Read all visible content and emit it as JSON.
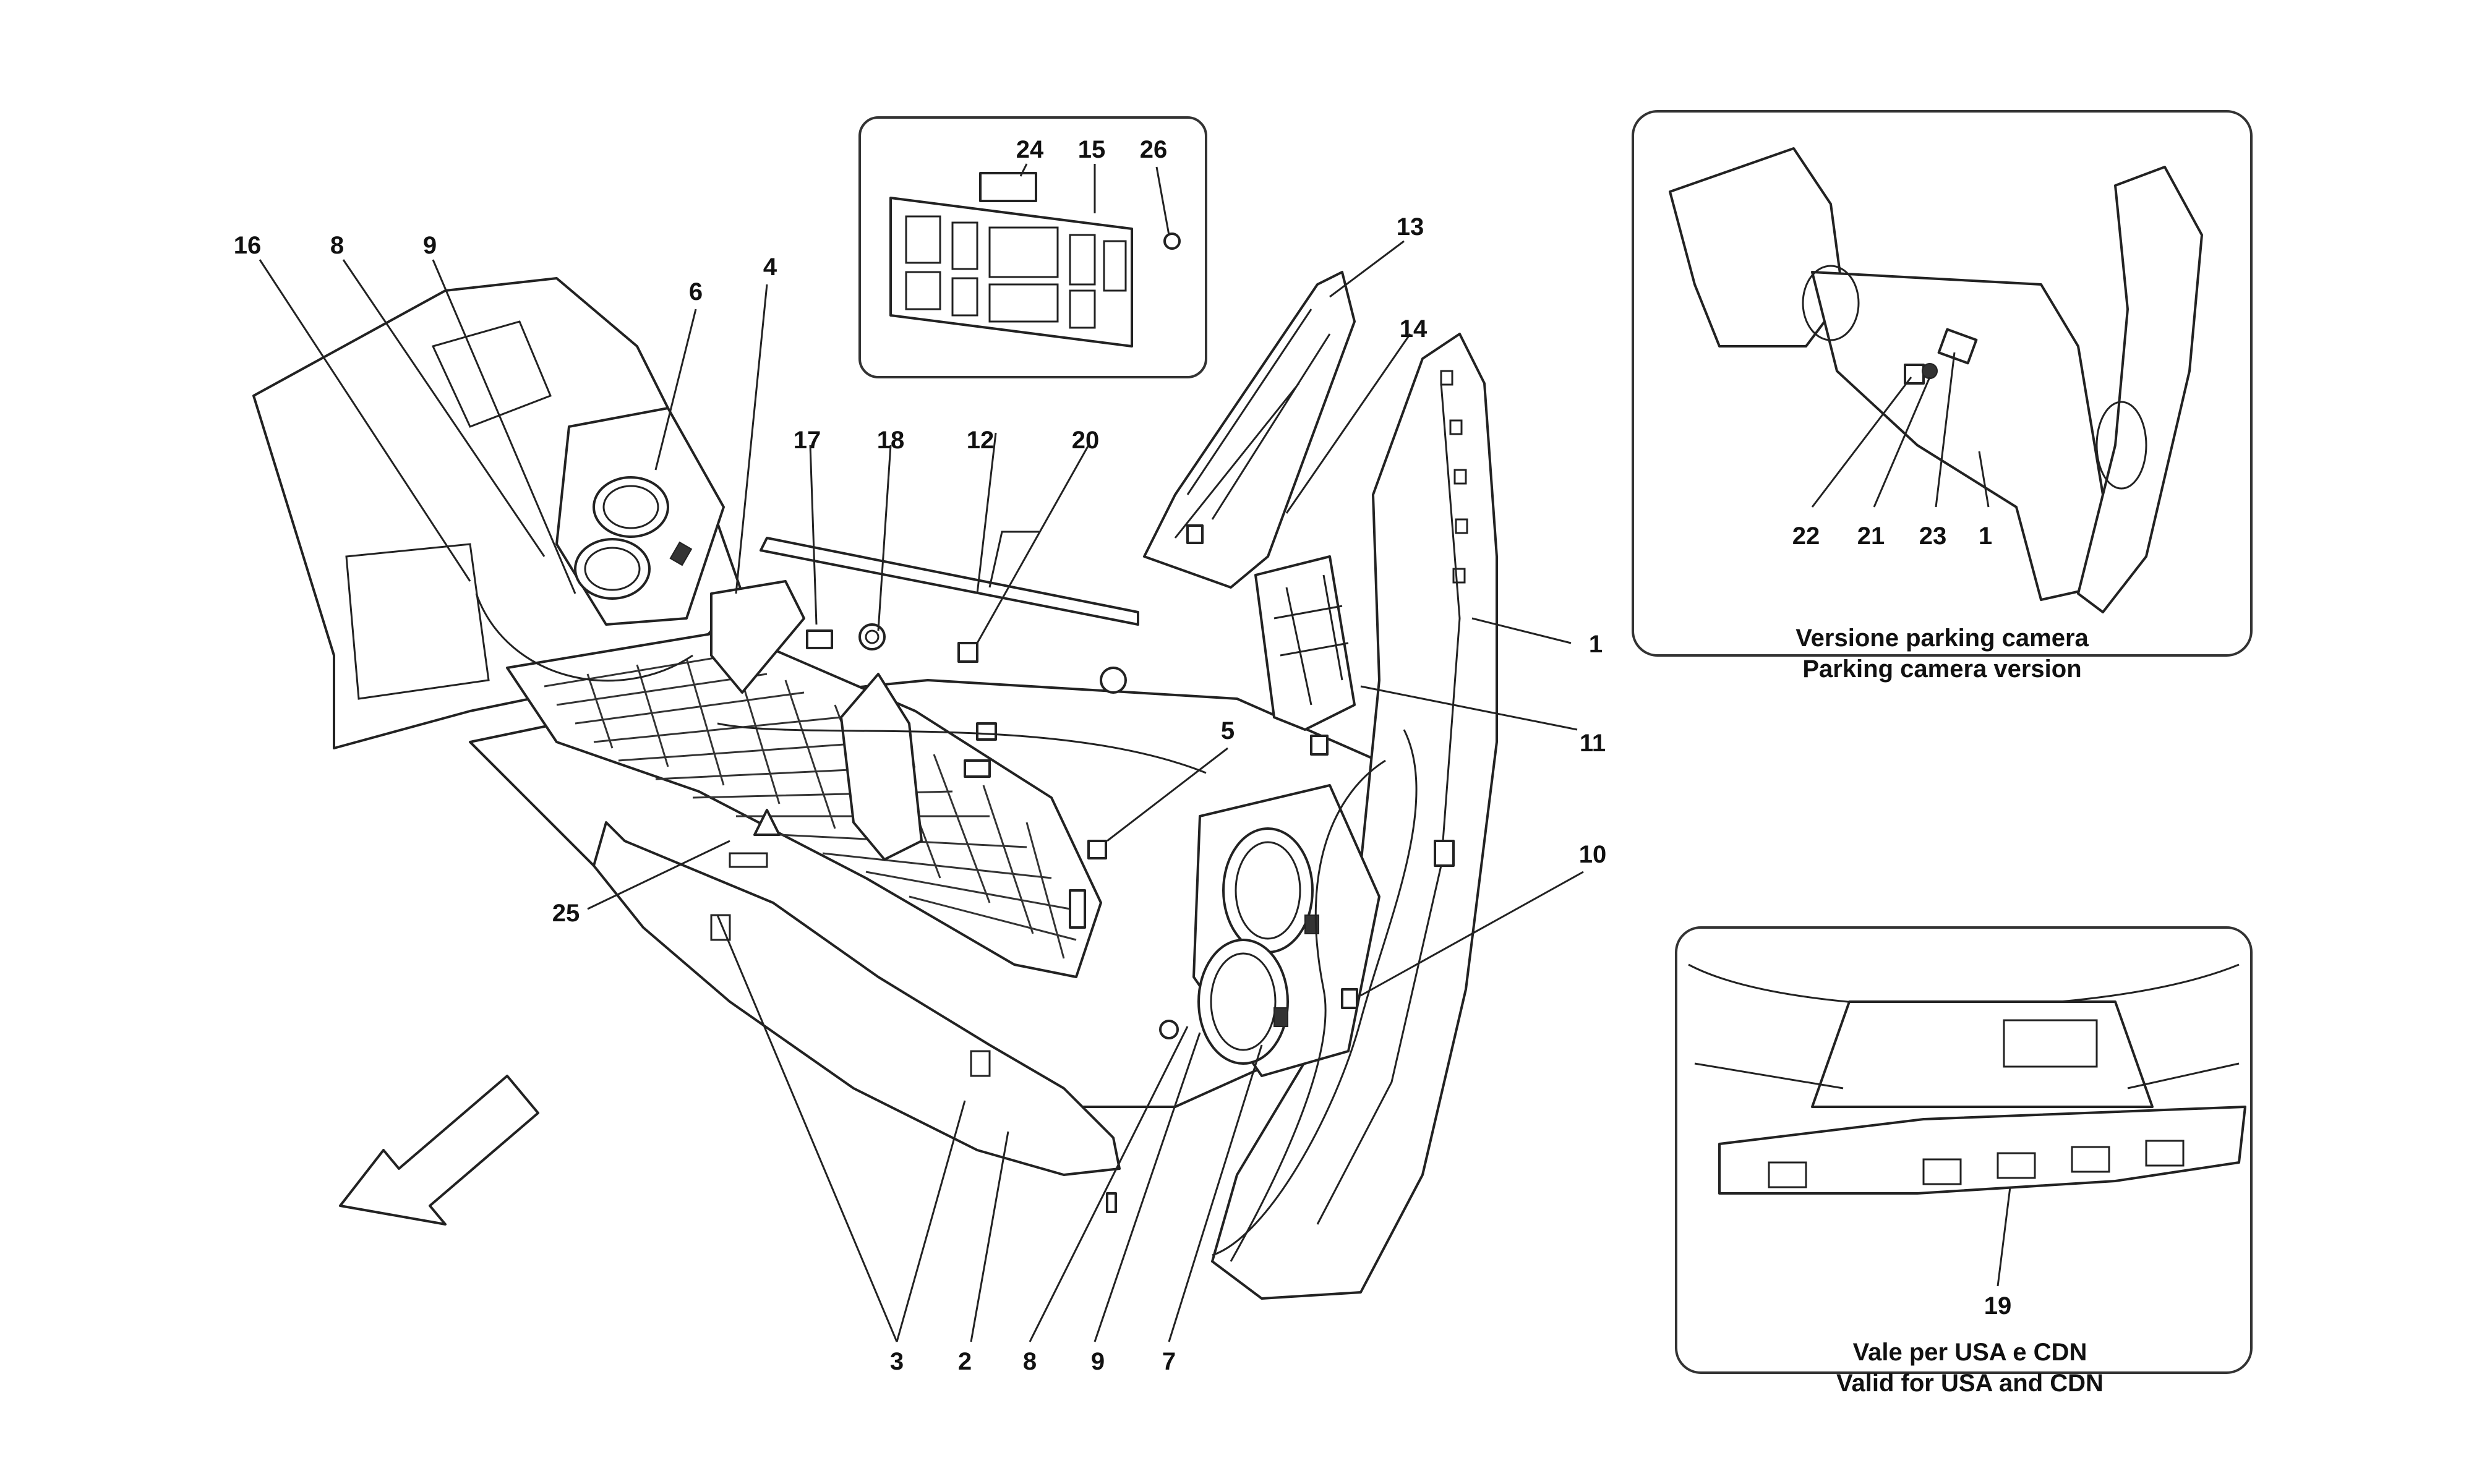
{
  "main_callouts": {
    "c1": "1",
    "c2": "2",
    "c3": "3",
    "c4": "4",
    "c5": "5",
    "c6": "6",
    "c7": "7",
    "c8a": "8",
    "c8b": "8",
    "c9a": "9",
    "c9b": "9",
    "c10": "10",
    "c11": "11",
    "c12": "12",
    "c13": "13",
    "c14": "14",
    "c16": "16",
    "c17": "17",
    "c18": "18",
    "c20": "20",
    "c25": "25"
  },
  "plate_inset": {
    "c24": "24",
    "c15": "15",
    "c26": "26"
  },
  "parking_inset": {
    "c22": "22",
    "c21": "21",
    "c23": "23",
    "c1": "1",
    "caption_it": "Versione parking camera",
    "caption_en": "Parking camera version"
  },
  "usa_inset": {
    "c19": "19",
    "caption_it": "Vale per USA e CDN",
    "caption_en": "Valid for USA and CDN"
  },
  "colors": {
    "line": "#222222",
    "background": "#ffffff"
  }
}
